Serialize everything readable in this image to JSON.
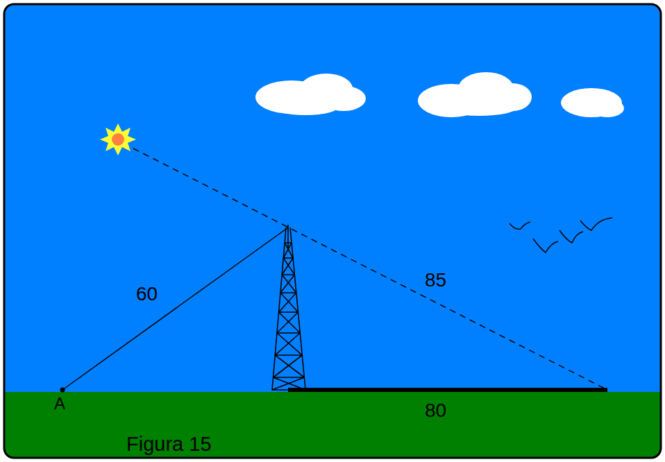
{
  "diagram": {
    "caption": "Figura 15",
    "labels": [
      "60",
      "85",
      "80",
      "A"
    ]
  }
}
